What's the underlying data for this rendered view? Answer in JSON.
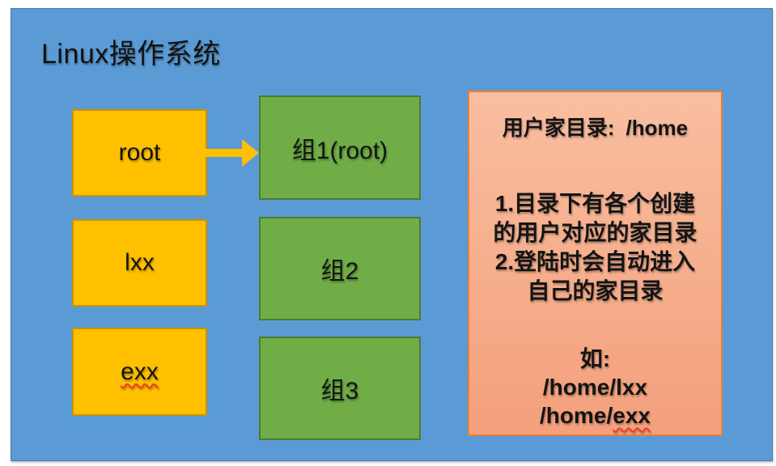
{
  "diagram": {
    "title": "Linux操作系统",
    "users": [
      {
        "label": "root",
        "misspelled": false
      },
      {
        "label": "lxx",
        "misspelled": false
      },
      {
        "label": "exx",
        "misspelled": true
      }
    ],
    "groups": [
      {
        "label": "组1(root)"
      },
      {
        "label": "组2"
      },
      {
        "label": "组3"
      }
    ],
    "arrow": {
      "from": "root",
      "to": "组1(root)"
    },
    "note": {
      "header_label": "用户家目录:",
      "header_value": "/home",
      "body_lines": [
        "1.目录下有各个创建",
        "的用户对应的家目录",
        "2.登陆时会自动进入",
        "自己的家目录"
      ],
      "example_label": "如:",
      "examples": [
        {
          "prefix": "/home/lxx",
          "misspelled": ""
        },
        {
          "prefix": "/home/",
          "misspelled": "exx"
        }
      ]
    },
    "colors": {
      "canvas_blue": "#5B9BD5",
      "user_yellow": "#FFC000",
      "user_border": "#C99400",
      "group_green": "#70AD47",
      "group_border": "#4E7A33",
      "note_fill_top": "#F9BEA1",
      "note_fill_bottom": "#F4A07C",
      "note_border": "#ED7D31",
      "arrow_yellow": "#FFC000",
      "squiggle_red": "#F23B2A",
      "text_black": "#141414"
    }
  }
}
